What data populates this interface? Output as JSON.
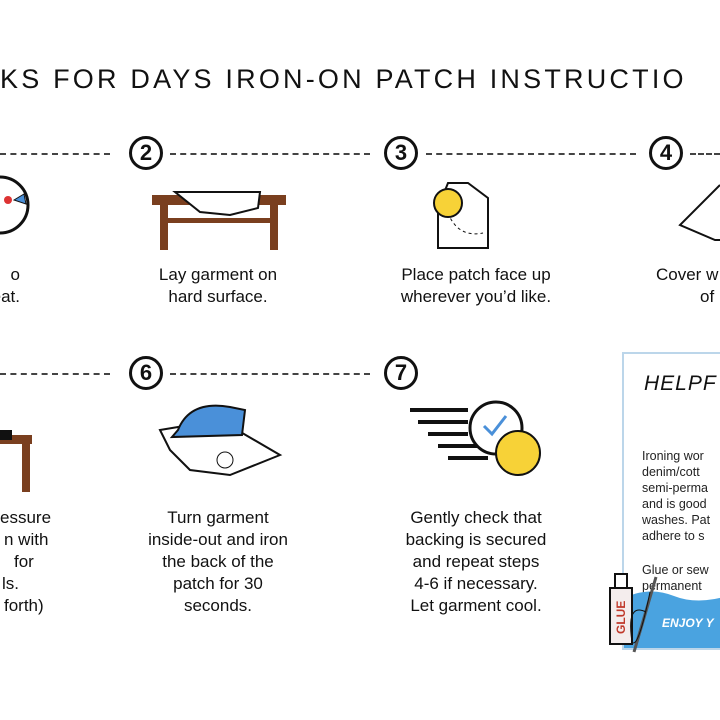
{
  "title": "KS FOR DAYS IRON-ON PATCH INSTRUCTIO",
  "steps": [
    {
      "number": "",
      "caption": [
        "o",
        "eat."
      ]
    },
    {
      "number": "2",
      "caption": [
        "Lay garment on",
        "hard surface."
      ]
    },
    {
      "number": "3",
      "caption": [
        "Place patch face up",
        "wherever you’d like."
      ]
    },
    {
      "number": "4",
      "caption": [
        "Cover w",
        "of"
      ]
    },
    {
      "number": "",
      "caption": [
        "essure",
        "n with",
        "for",
        "ls.",
        "forth)"
      ]
    },
    {
      "number": "6",
      "caption": [
        "Turn garment",
        "inside-out and iron",
        "the back of the",
        "patch for 30",
        "seconds."
      ]
    },
    {
      "number": "7",
      "caption": [
        "Gently check that",
        "backing is secured",
        "and repeat steps",
        "4-6 if necessary.",
        "Let garment cool."
      ]
    }
  ],
  "tips": {
    "heading": "HELPF",
    "para1": [
      "Ironing wor",
      "denim/cott",
      "semi-perma",
      "and is good",
      "washes. Pat",
      "adhere to s"
    ],
    "para2": [
      "Glue or sew",
      "permanent"
    ],
    "glue_label": "GLUE",
    "banner": "ENJOY Y"
  },
  "colors": {
    "wood": "#7a3f1f",
    "iron_blue": "#4a90d9",
    "emoji": "#f7d237",
    "banner": "#4aa3e0",
    "box_border": "#bcd6ea"
  }
}
